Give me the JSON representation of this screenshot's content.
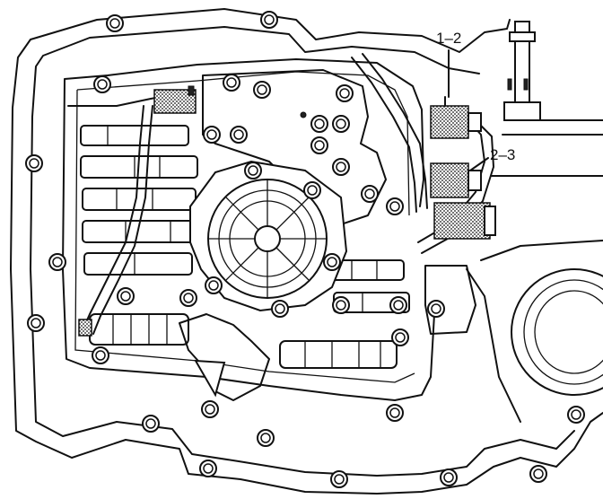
{
  "diagram": {
    "callouts": [
      {
        "id": "shift-solenoid-1-2",
        "text": "1–2"
      },
      {
        "id": "shift-solenoid-2-3",
        "text": "2–3"
      }
    ],
    "line_color": "#111111",
    "background": "#ffffff"
  }
}
